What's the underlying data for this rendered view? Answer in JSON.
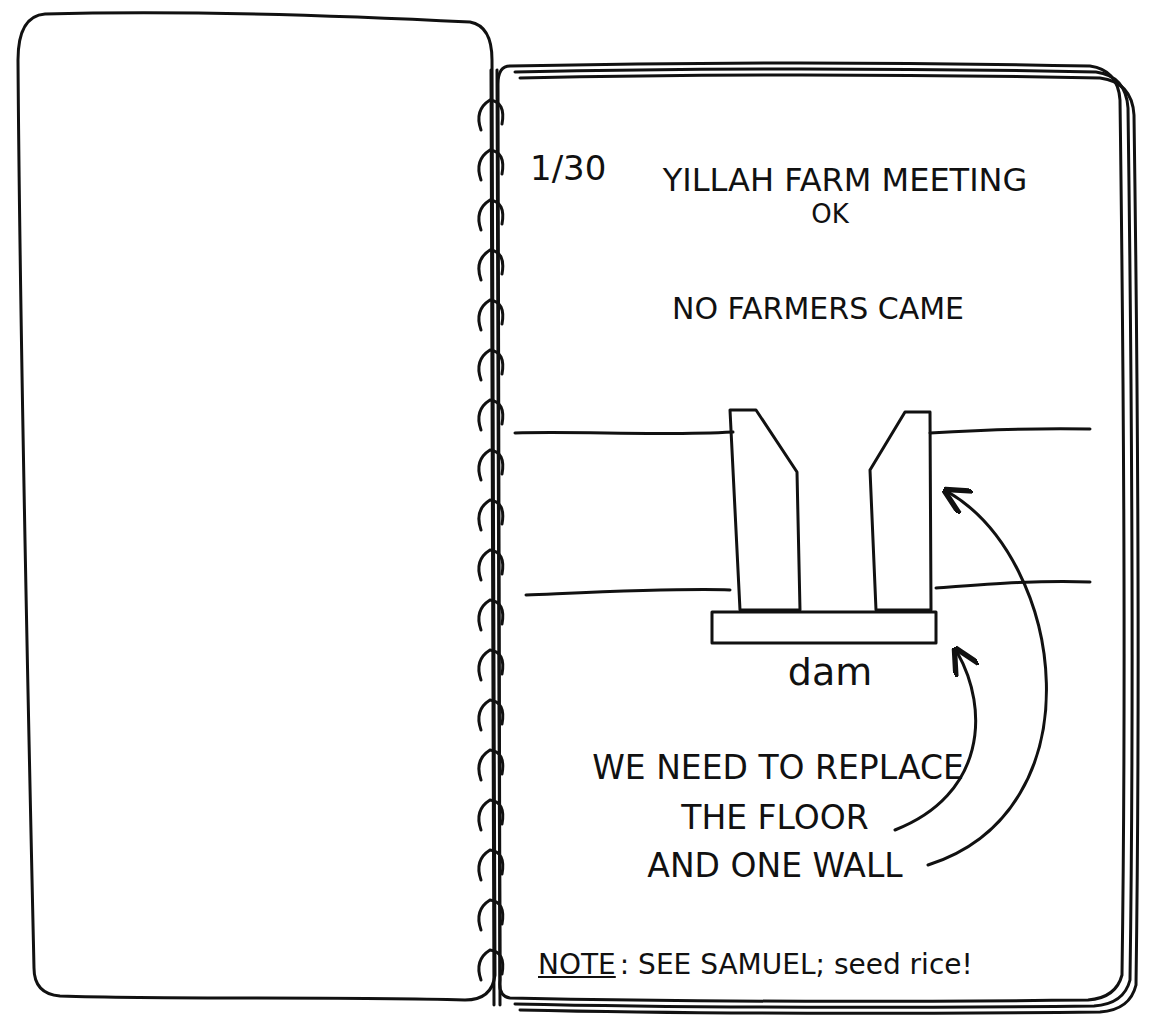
{
  "diagram": {
    "labels": [
      "1/30",
      "YILLAH FARM MEETING",
      "OK",
      "NO FARMERS CAME",
      "dam",
      "WE NEED TO REPLACE",
      "THE FLOOR",
      "AND ONE WALL",
      "NOTE",
      ": SEE SAMUEL; seed rice!"
    ]
  }
}
